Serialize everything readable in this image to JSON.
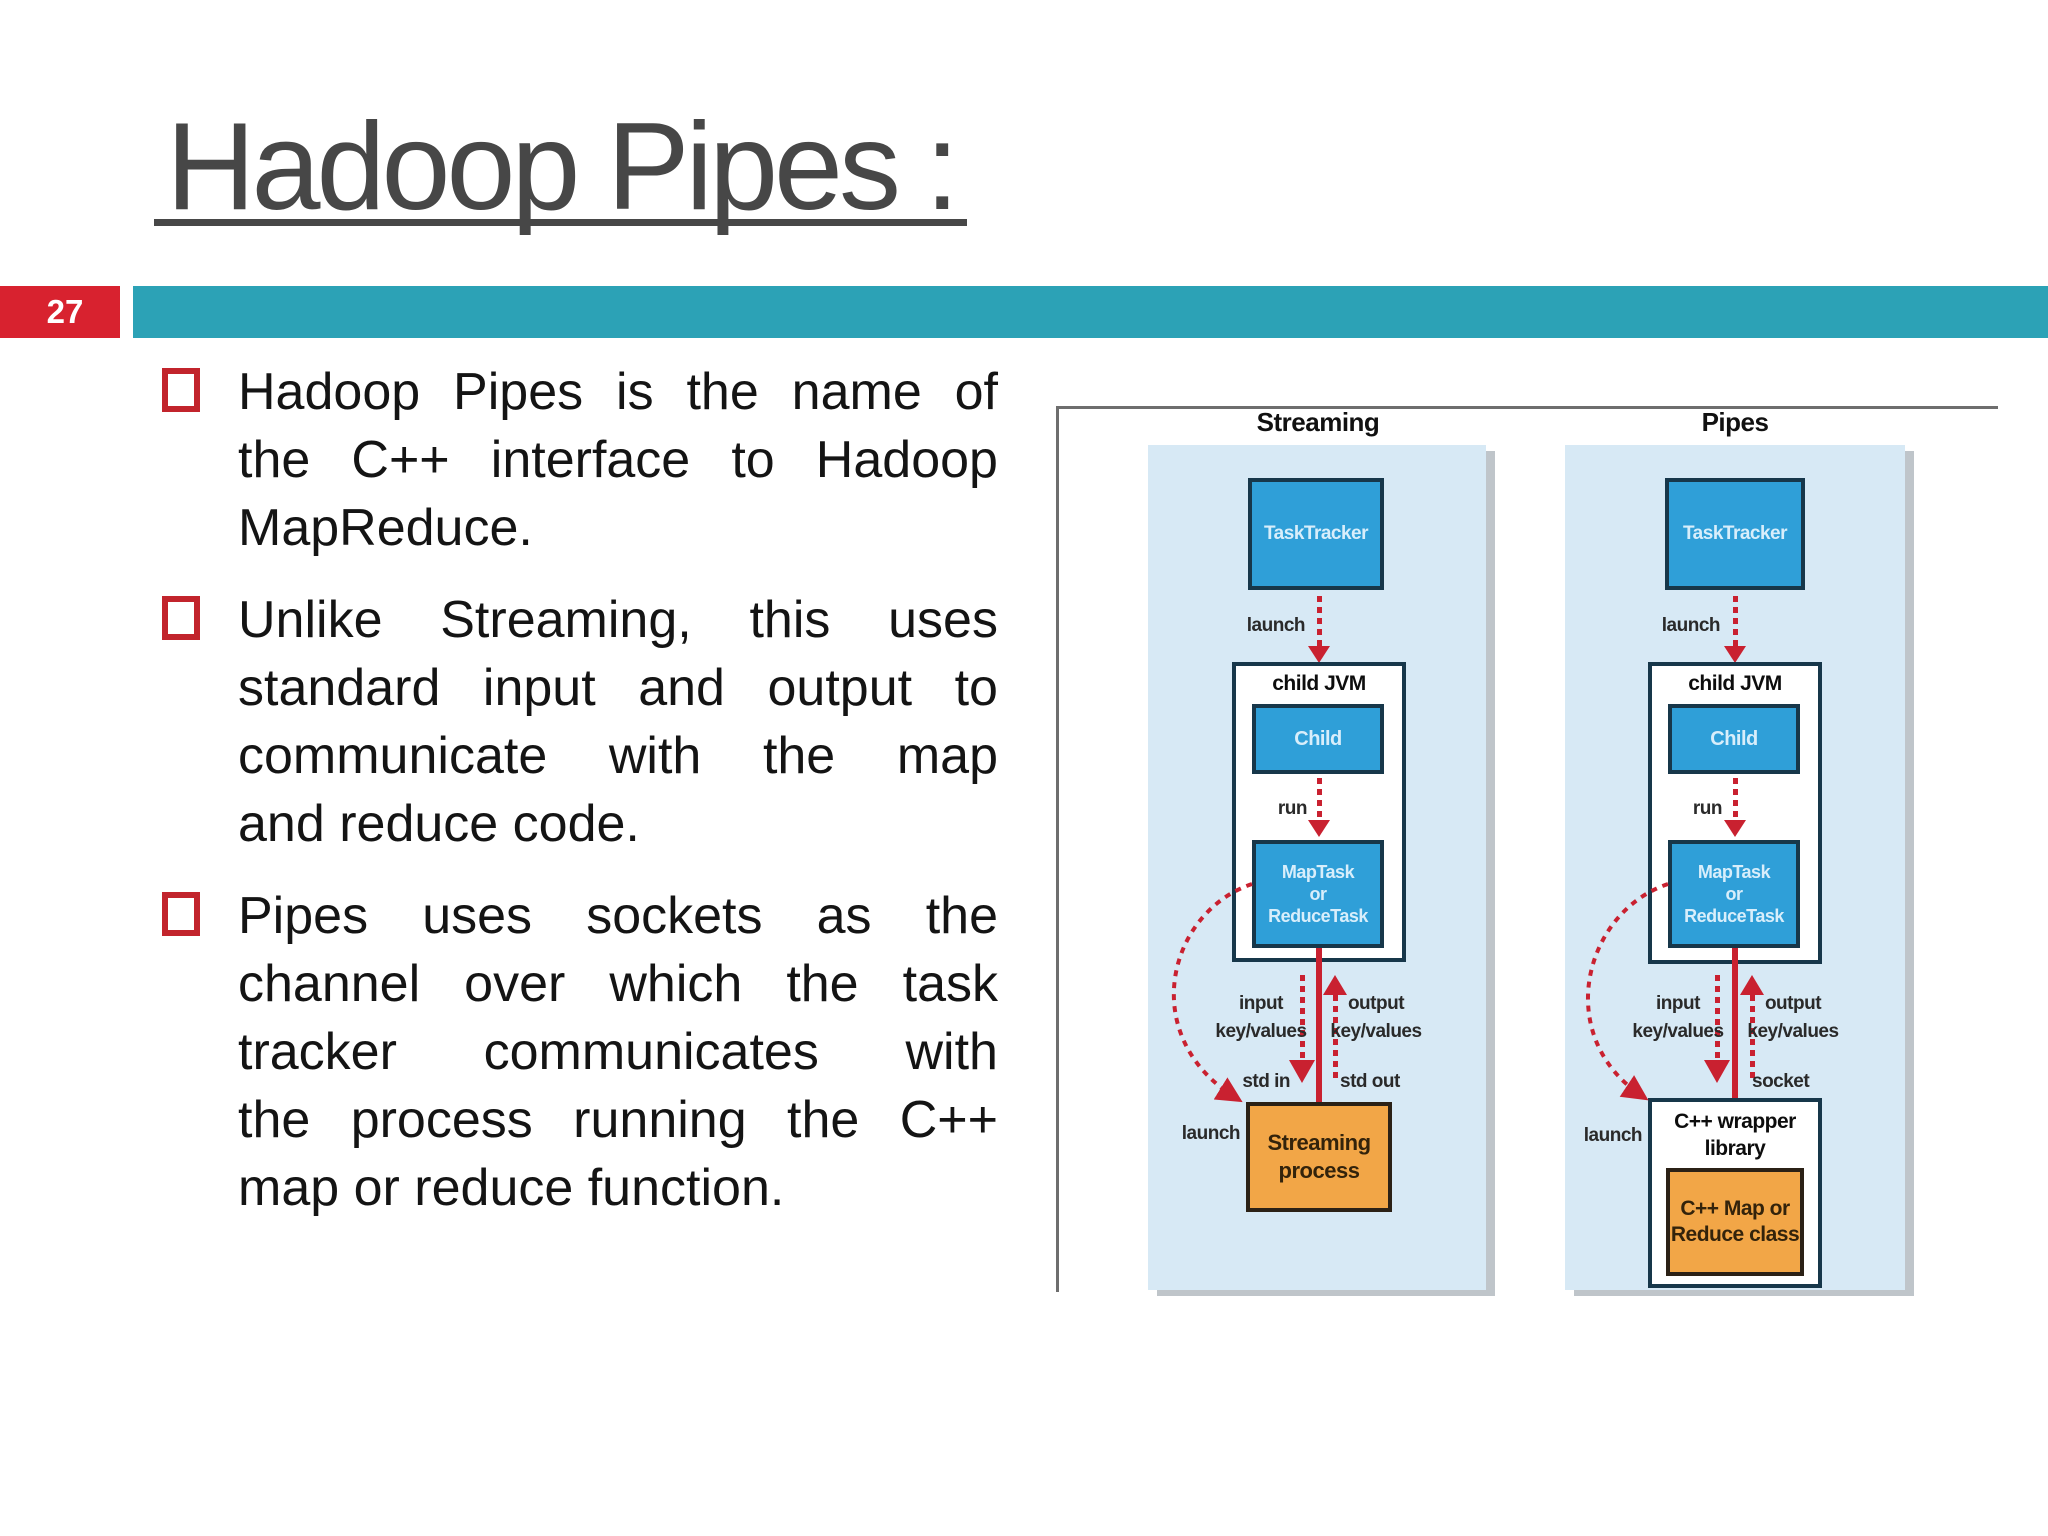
{
  "slide": {
    "title": "Hadoop Pipes",
    "title_colon": ":",
    "page_number": "27"
  },
  "colors": {
    "accent_red": "#d8222f",
    "teal_bar": "#2ca2b6",
    "title_gray": "#474747",
    "bullet_outline_red": "#c2242c",
    "panel_blue": "#d7e9f5",
    "node_blue": "#2f9fd8",
    "node_border_navy": "#17374a",
    "process_orange": "#f2a647",
    "arrow_red": "#c92130"
  },
  "bullets": [
    {
      "lines": [
        "Hadoop Pipes is the name of",
        "the C++ interface to Hadoop",
        "MapReduce."
      ]
    },
    {
      "lines": [
        "Unlike Streaming, this uses",
        "standard input and output to",
        "communicate with the map",
        "and reduce code."
      ]
    },
    {
      "lines": [
        "Pipes uses sockets as the",
        "channel over which the task",
        "tracker communicates with",
        "the process running the C++",
        "map or reduce function."
      ]
    }
  ],
  "diagram": {
    "streaming": {
      "title": "Streaming",
      "tasktracker": "TaskTracker",
      "launch": "launch",
      "jvm_title": "child JVM",
      "child": "Child",
      "run": "run",
      "maptask": [
        "MapTask",
        "or",
        "ReduceTask"
      ],
      "input": [
        "input",
        "key/values"
      ],
      "output": [
        "output",
        "key/values"
      ],
      "stdin": "std in",
      "stdout": "std out",
      "launch2": "launch",
      "process": [
        "Streaming",
        "process"
      ]
    },
    "pipes": {
      "title": "Pipes",
      "tasktracker": "TaskTracker",
      "launch": "launch",
      "jvm_title": "child JVM",
      "child": "Child",
      "run": "run",
      "maptask": [
        "MapTask",
        "or",
        "ReduceTask"
      ],
      "input": [
        "input",
        "key/values"
      ],
      "output": [
        "output",
        "key/values"
      ],
      "socket": "socket",
      "launch2": "launch",
      "wrapper_title": [
        "C++ wrapper",
        "library"
      ],
      "class_box": [
        "C++ Map or",
        "Reduce class"
      ]
    }
  }
}
